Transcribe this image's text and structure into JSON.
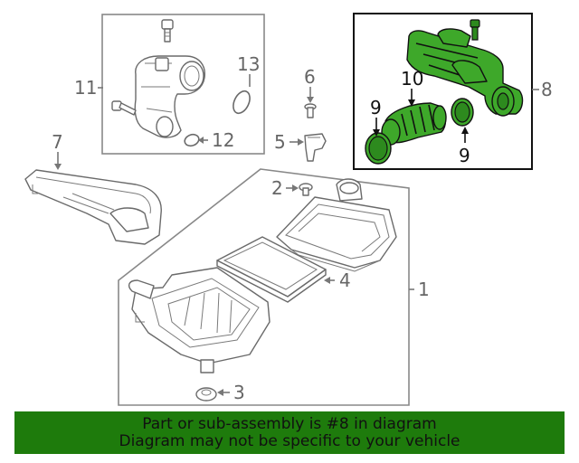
{
  "callouts": {
    "c1": "1",
    "c2": "2",
    "c3": "3",
    "c4": "4",
    "c5": "5",
    "c6": "6",
    "c7": "7",
    "c8": "8",
    "c9a": "9",
    "c9b": "9",
    "c10": "10",
    "c11": "11",
    "c12": "12",
    "c13": "13"
  },
  "highlighted_part": "8",
  "colors": {
    "highlight": "#3ea82a",
    "banner": "#1e7b0c"
  },
  "banner": {
    "line1": "Part or sub-assembly is #8 in diagram",
    "line2": "Diagram may not be specific to your vehicle"
  }
}
